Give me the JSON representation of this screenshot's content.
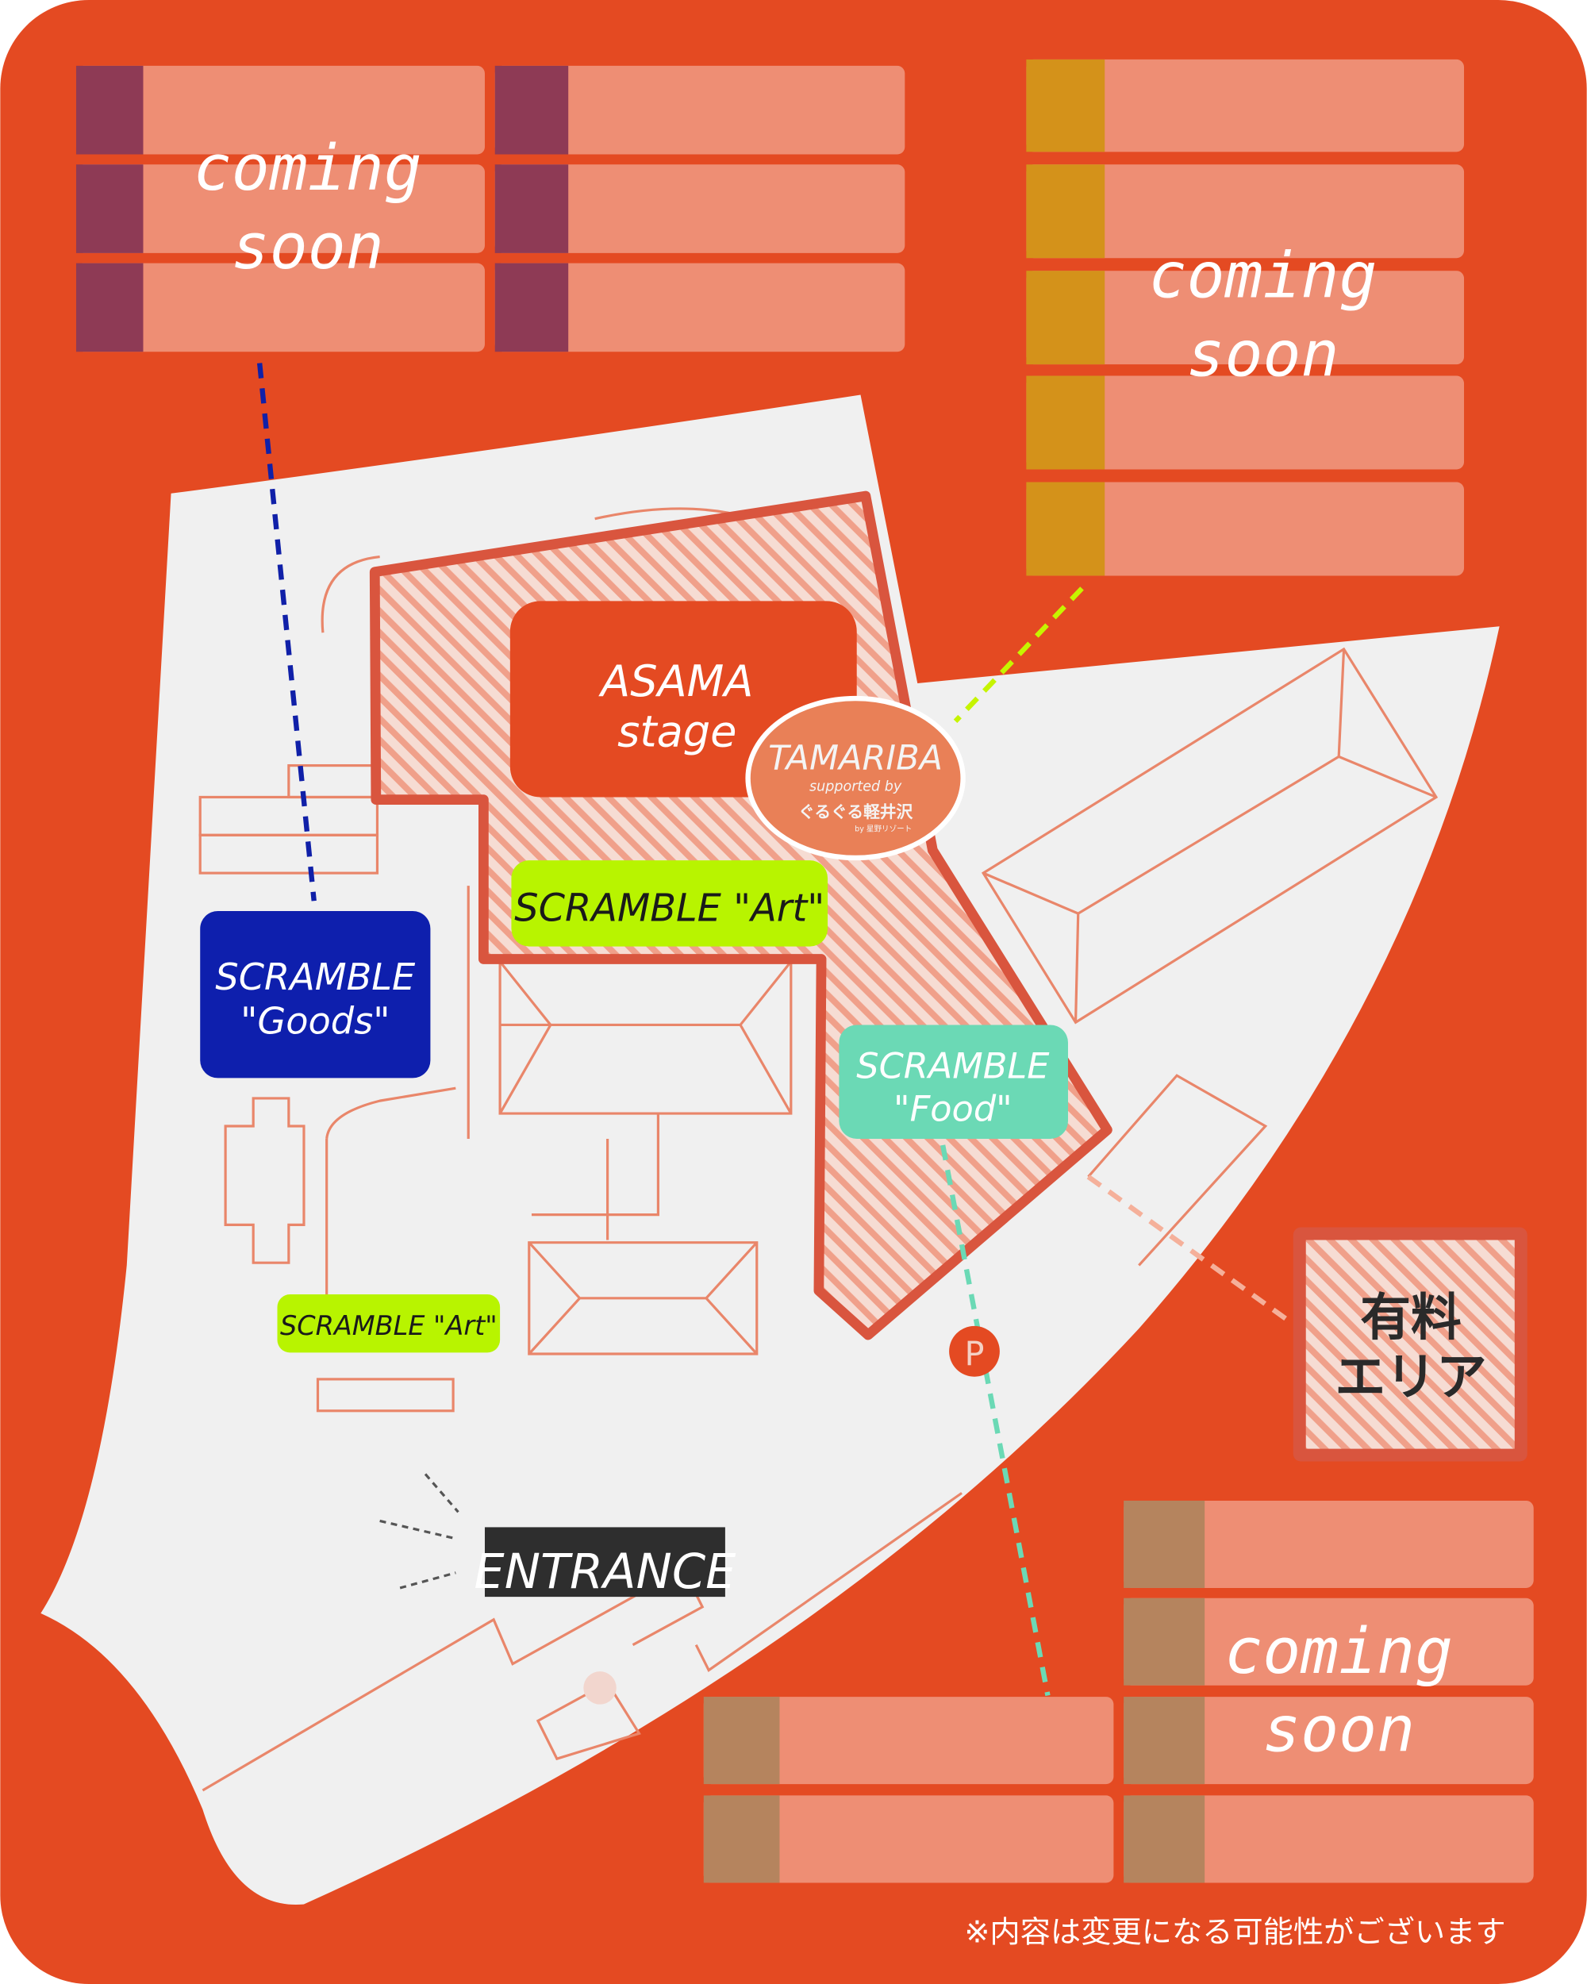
{
  "colors": {
    "background": "#E44A22",
    "map_ground": "#F0F0F0",
    "paid_area_border": "#D9553E",
    "slot_fill": "#EE8E74",
    "group_top_left_tab": "#8E3A55",
    "group_top_right_tab": "#D4921A",
    "group_bottom_tab": "#B5845E",
    "scramble_art": "#B8F400",
    "scramble_goods": "#0E1FAD",
    "scramble_food": "#6BD9B5",
    "entrance": "#2E2E2E"
  },
  "vendor_groups": [
    {
      "name": "top-left",
      "label_line1": "coming",
      "label_line2": "soon"
    },
    {
      "name": "top-right",
      "label_line1": "coming",
      "label_line2": "soon"
    },
    {
      "name": "bottom-right",
      "label_line1": "coming",
      "label_line2": "soon"
    }
  ],
  "venues": {
    "asama_stage": {
      "line1": "ASAMA",
      "line2": "stage"
    },
    "tamariba": {
      "title": "TAMARIBA",
      "supported_by": "supported by",
      "sponsor_logo": "ぐるぐる軽井沢",
      "sponsor_sub": "by 星野リゾート"
    },
    "scramble_art_main": "SCRAMBLE \"Art\"",
    "scramble_art_small": "SCRAMBLE \"Art\"",
    "scramble_goods": {
      "line1": "SCRAMBLE",
      "line2": "\"Goods\""
    },
    "scramble_food": {
      "line1": "SCRAMBLE",
      "line2": "\"Food\""
    },
    "entrance": "ENTRANCE",
    "parking": "P"
  },
  "legend": {
    "paid_area_line1": "有料",
    "paid_area_line2": "エリア"
  },
  "footnote": "※内容は変更になる可能性がございます"
}
